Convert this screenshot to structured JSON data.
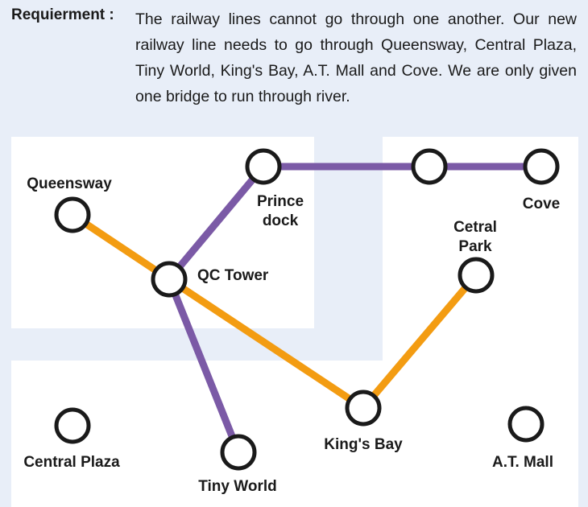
{
  "requirement": {
    "label": "Requierment :",
    "text": "The railway lines cannot go through one another. Our new railway line needs to go through Queensway, Central Plaza, Tiny World, King's Bay, A.T. Mall and Cove. We are only given one bridge to run through river."
  },
  "colors": {
    "background": "#e8eef8",
    "land": "#ffffff",
    "orange_line": "#f39c12",
    "purple_line": "#7b5aa6",
    "station_stroke": "#1a1a1a"
  },
  "stations": {
    "queensway": [
      "Queensway"
    ],
    "prince_dock": [
      "Prince",
      "dock"
    ],
    "qc_tower": [
      "QC Tower"
    ],
    "cove": [
      "Cove"
    ],
    "cetral_park": [
      "Cetral",
      "Park"
    ],
    "kings_bay": [
      "King's Bay"
    ],
    "central_plaza": [
      "Central Plaza"
    ],
    "tiny_world": [
      "Tiny World"
    ],
    "at_mall": [
      "A.T. Mall"
    ]
  },
  "lines": {
    "orange": [
      "queensway",
      "qc_tower",
      "kings_bay",
      "cetral_park"
    ],
    "purple": [
      "tiny_world",
      "qc_tower",
      "prince_dock",
      "mid_station",
      "cove"
    ]
  }
}
